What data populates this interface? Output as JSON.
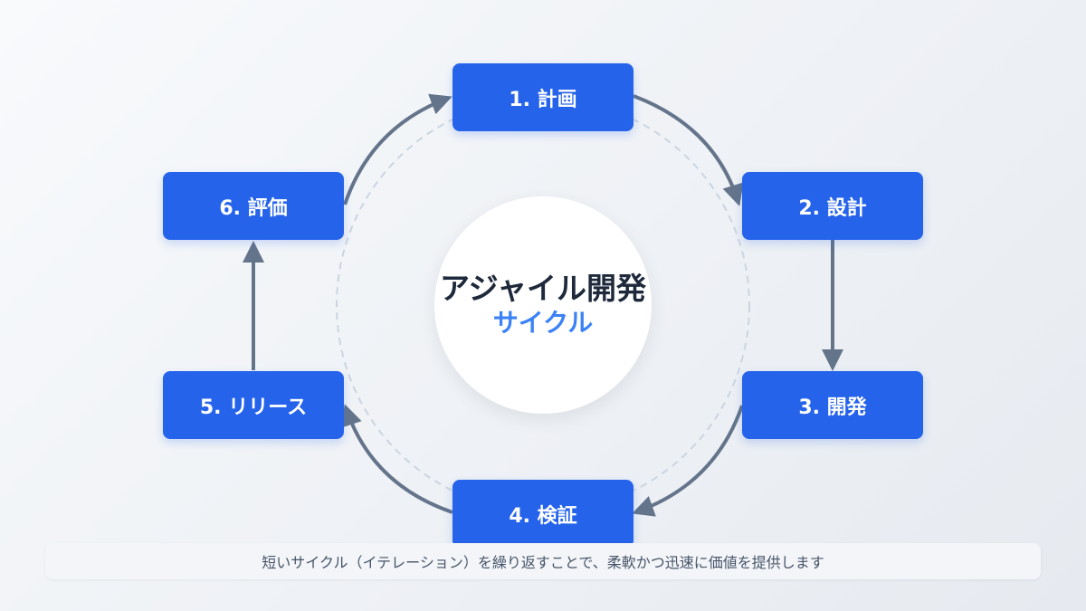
{
  "center": {
    "title": "アジャイル開発",
    "subtitle": "サイクル"
  },
  "steps": [
    {
      "label": "1. 計画"
    },
    {
      "label": "2. 設計"
    },
    {
      "label": "3. 開発"
    },
    {
      "label": "4. 検証"
    },
    {
      "label": "5. リリース"
    },
    {
      "label": "6. 評価"
    }
  ],
  "footer": {
    "note": "短いサイクル（イテレーション）を繰り返すことで、柔軟かつ迅速に価値を提供します"
  },
  "colors": {
    "step_fill": "#2563eb",
    "arrow": "#64748b",
    "dashed_ring": "#cbd5e1",
    "subtitle": "#3b82f6",
    "title": "#1e293b"
  }
}
